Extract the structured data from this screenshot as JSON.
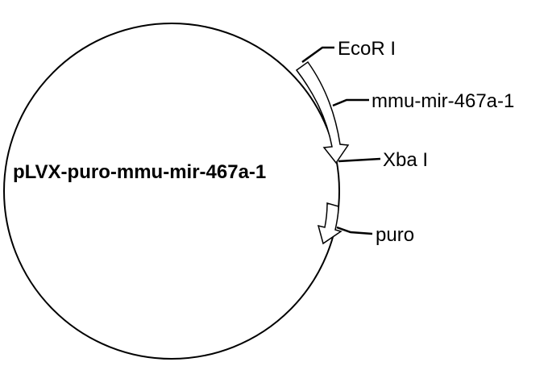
{
  "plasmid": {
    "name": "pLVX-puro-mmu-mir-467a-1"
  },
  "features": {
    "ecori": "EcoR I",
    "insert": "mmu-mir-467a-1",
    "xbai": "Xba I",
    "puro": "puro"
  }
}
